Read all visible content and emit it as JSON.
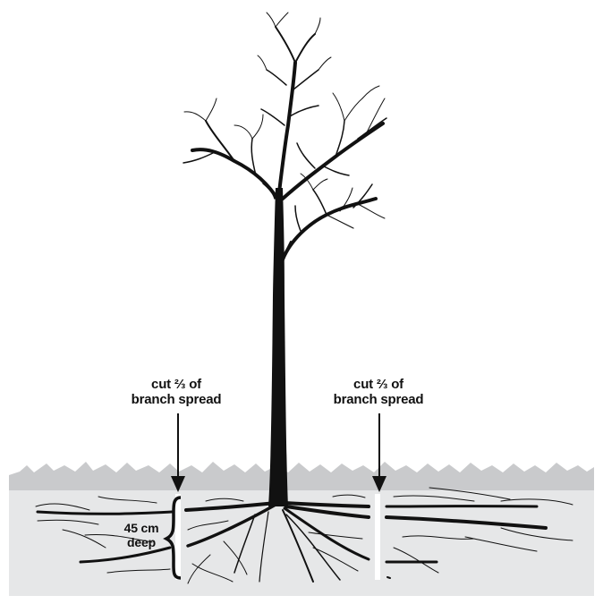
{
  "annotations": {
    "left_cut": {
      "line1": "cut ⅔ of",
      "line2": "branch spread"
    },
    "right_cut": {
      "line1": "cut ⅔ of",
      "line2": "branch spread"
    },
    "depth": {
      "line1": "45 cm",
      "line2": "deep"
    }
  },
  "colors": {
    "ink": "#111111",
    "soil": "#e6e7e8",
    "grass": "#c9cacc"
  }
}
